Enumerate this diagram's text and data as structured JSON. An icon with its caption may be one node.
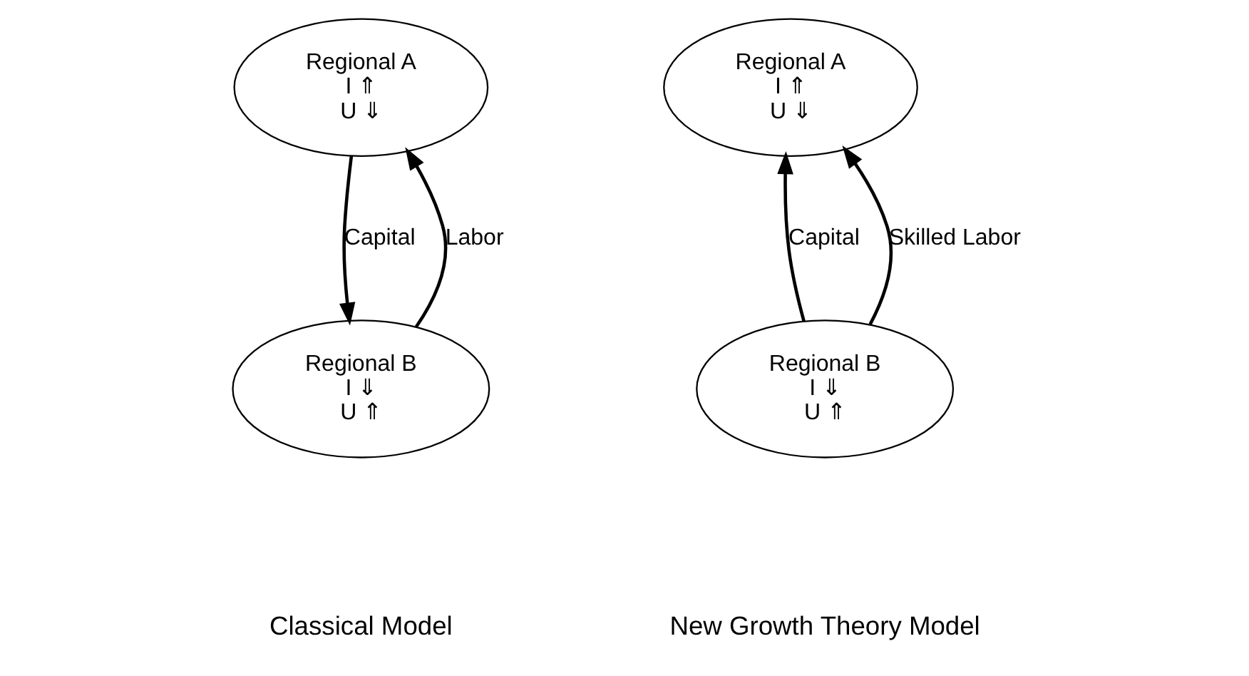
{
  "diagram": {
    "nodes": [
      {
        "text": [
          "Regional A",
          "I ⇑",
          "U ⇓"
        ]
      },
      {
        "text": [
          "Regional B",
          "I ⇓",
          "U ⇑"
        ]
      },
      {
        "text": [
          "Regional A",
          "I ⇑",
          "U ⇓"
        ]
      },
      {
        "text": [
          "Regional B",
          "I ⇓",
          "U ⇑"
        ]
      }
    ],
    "edges": [
      {
        "from": 0,
        "to": 1,
        "arrow": "to",
        "label": "Capital"
      },
      {
        "from": 1,
        "to": 0,
        "arrow": "to",
        "label": "Labor"
      },
      {
        "from": 3,
        "to": 2,
        "arrow": "to",
        "label": "Capital"
      },
      {
        "from": 3,
        "to": 2,
        "arrow": "to",
        "label": "Skilled Labor"
      }
    ],
    "labels": [
      "Classical Model",
      "New Growth Theory Model"
    ]
  }
}
